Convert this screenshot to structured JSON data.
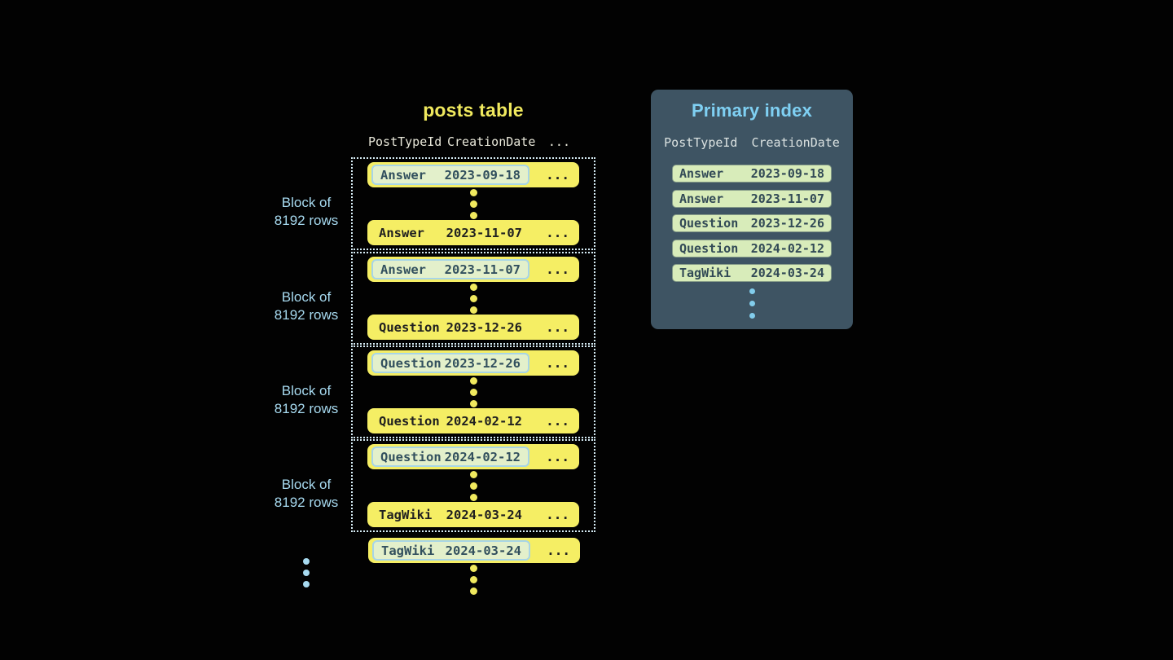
{
  "posts_table": {
    "title": "posts table",
    "headers": {
      "col1": "PostTypeId",
      "col2": "CreationDate",
      "more": "..."
    },
    "ellipsis": "...",
    "blocks": [
      {
        "label_line1": "Block of",
        "label_line2": "8192 rows",
        "first_type": "Answer",
        "first_date": "2023-09-18",
        "last_type": "Answer",
        "last_date": "2023-11-07"
      },
      {
        "label_line1": "Block of",
        "label_line2": "8192 rows",
        "first_type": "Answer",
        "first_date": "2023-11-07",
        "last_type": "Question",
        "last_date": "2023-12-26"
      },
      {
        "label_line1": "Block of",
        "label_line2": "8192 rows",
        "first_type": "Question",
        "first_date": "2023-12-26",
        "last_type": "Question",
        "last_date": "2024-02-12"
      },
      {
        "label_line1": "Block of",
        "label_line2": "8192 rows",
        "first_type": "Question",
        "first_date": "2024-02-12",
        "last_type": "TagWiki",
        "last_date": "2024-03-24"
      }
    ],
    "trailing_row": {
      "type": "TagWiki",
      "date": "2024-03-24"
    }
  },
  "primary_index": {
    "title": "Primary index",
    "headers": {
      "col1": "PostTypeId",
      "col2": "CreationDate"
    },
    "rows": [
      {
        "type": "Answer",
        "date": "2023-09-18"
      },
      {
        "type": "Answer",
        "date": "2023-11-07"
      },
      {
        "type": "Question",
        "date": "2023-12-26"
      },
      {
        "type": "Question",
        "date": "2024-02-12"
      },
      {
        "type": "TagWiki",
        "date": "2024-03-24"
      }
    ]
  },
  "colors": {
    "background": "#020202",
    "row_yellow": "#f5ee64",
    "title_yellow": "#f0e95e",
    "highlight_green": "#e3f0cb",
    "highlight_border_blue": "#a7d5e7",
    "index_row_green": "#d8ecba",
    "panel_slate": "#3e5463",
    "primary_title_blue": "#7fd0f3",
    "label_blue": "#a7daf0",
    "dark_slate_text": "#32505e",
    "dotted_border": "#d6ecf5"
  }
}
